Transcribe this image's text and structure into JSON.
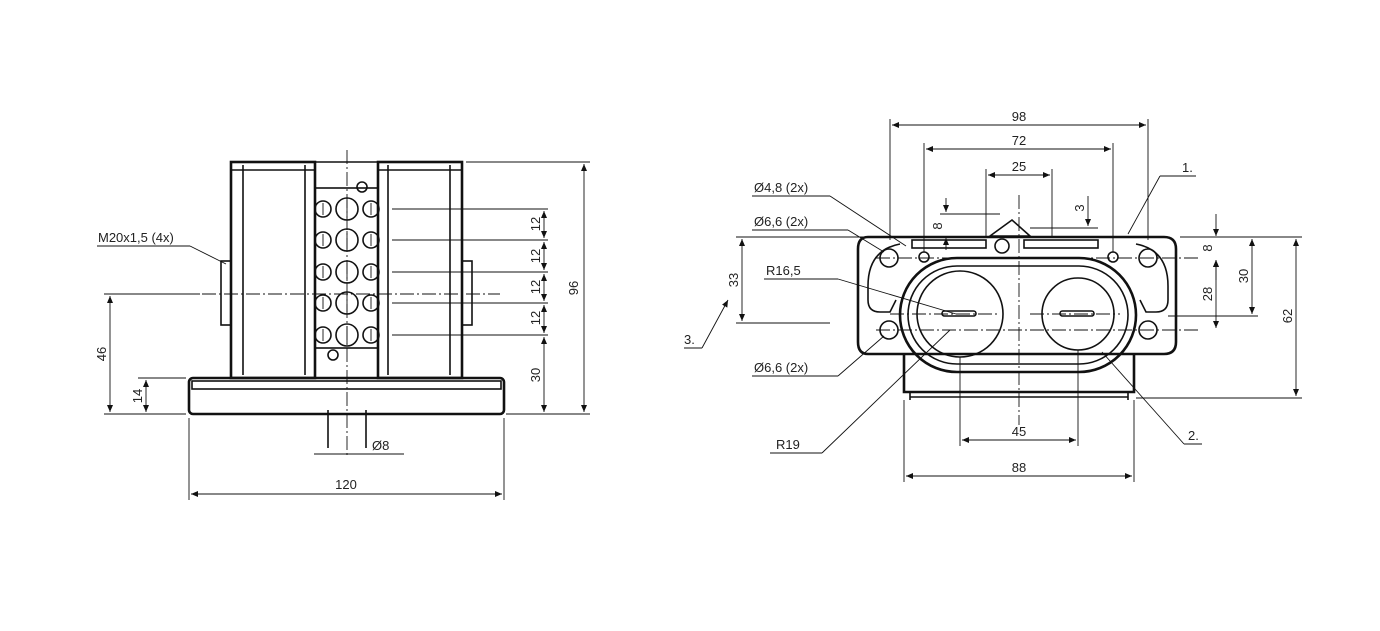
{
  "colors": {
    "line": "#111111",
    "background": "#ffffff"
  },
  "front_view": {
    "thread_label": "M20x1,5 (4x)",
    "dim_height_total": "96",
    "dim_pitch": [
      "12",
      "12",
      "12",
      "12"
    ],
    "dim_height_30": "30",
    "dim_height_46": "46",
    "dim_height_14": "14",
    "dim_diameter_8": "Ø8",
    "dim_width_120": "120"
  },
  "top_view": {
    "dim_98": "98",
    "dim_72": "72",
    "dim_25": "25",
    "dim_8_top": "8",
    "dim_3": "3",
    "hole_d48": "Ø4,8 (2x)",
    "hole_d66_upper": "Ø6,6 (2x)",
    "radius_165": "R16,5",
    "dim_33": "33",
    "hole_d66_lower": "Ø6,6 (2x)",
    "radius_19": "R19",
    "dim_45": "45",
    "dim_88": "88",
    "dim_8_right": "8",
    "dim_28": "28",
    "dim_30": "30",
    "dim_62": "62",
    "callout_1": "1.",
    "callout_2": "2.",
    "callout_3": "3."
  }
}
